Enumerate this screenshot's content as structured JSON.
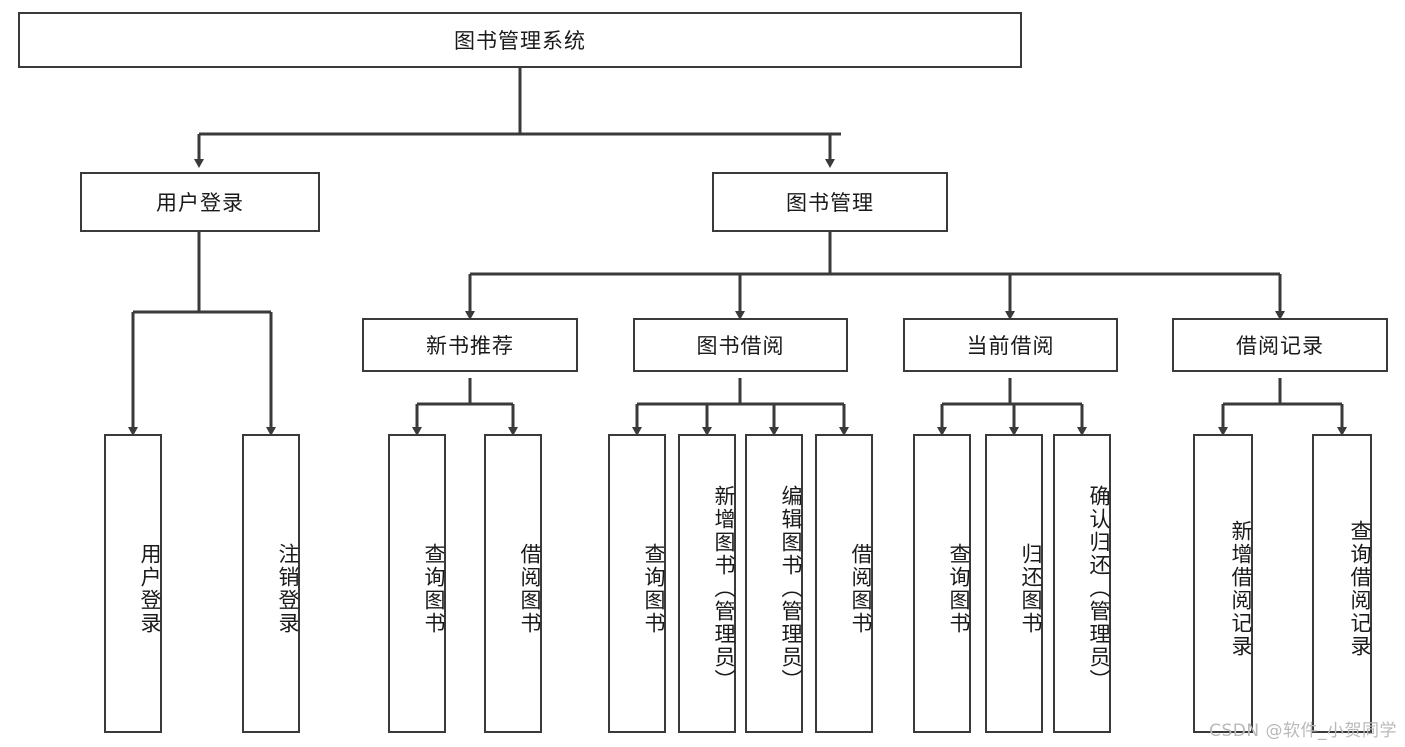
{
  "diagram": {
    "title": "图书管理系统",
    "type": "hierarchy-tree",
    "root": {
      "id": "root",
      "label": "图书管理系统",
      "orientation": "horizontal"
    },
    "level1": [
      {
        "id": "user-login",
        "label": "用户登录",
        "orientation": "horizontal"
      },
      {
        "id": "book-manage",
        "label": "图书管理",
        "orientation": "horizontal"
      }
    ],
    "level2": [
      {
        "id": "new-book-rec",
        "label": "新书推荐",
        "orientation": "horizontal",
        "parent": "book-manage"
      },
      {
        "id": "book-borrow",
        "label": "图书借阅",
        "orientation": "horizontal",
        "parent": "book-manage"
      },
      {
        "id": "current-borrow",
        "label": "当前借阅",
        "orientation": "horizontal",
        "parent": "book-manage"
      },
      {
        "id": "borrow-record",
        "label": "借阅记录",
        "orientation": "horizontal",
        "parent": "book-manage"
      }
    ],
    "leaves": [
      {
        "id": "leaf-user-login",
        "label": "用户登录",
        "orientation": "vertical",
        "parent": "user-login"
      },
      {
        "id": "leaf-logout",
        "label": "注销登录",
        "orientation": "vertical",
        "parent": "user-login"
      },
      {
        "id": "leaf-query-book-1",
        "label": "查询图书",
        "orientation": "vertical",
        "parent": "new-book-rec"
      },
      {
        "id": "leaf-borrow-book-1",
        "label": "借阅图书",
        "orientation": "vertical",
        "parent": "new-book-rec"
      },
      {
        "id": "leaf-query-book-2",
        "label": "查询图书",
        "orientation": "vertical",
        "parent": "book-borrow"
      },
      {
        "id": "leaf-add-book",
        "label": "新增图书（管理员）",
        "orientation": "vertical",
        "parent": "book-borrow"
      },
      {
        "id": "leaf-edit-book",
        "label": "编辑图书（管理员）",
        "orientation": "vertical",
        "parent": "book-borrow"
      },
      {
        "id": "leaf-borrow-book-2",
        "label": "借阅图书",
        "orientation": "vertical",
        "parent": "book-borrow"
      },
      {
        "id": "leaf-query-book-3",
        "label": "查询图书",
        "orientation": "vertical",
        "parent": "current-borrow"
      },
      {
        "id": "leaf-return-book",
        "label": "归还图书",
        "orientation": "vertical",
        "parent": "current-borrow"
      },
      {
        "id": "leaf-confirm-return",
        "label": "确认归还（管理员）",
        "orientation": "vertical",
        "parent": "current-borrow"
      },
      {
        "id": "leaf-add-record",
        "label": "新增借阅记录",
        "orientation": "vertical",
        "parent": "borrow-record"
      },
      {
        "id": "leaf-query-record",
        "label": "查询借阅记录",
        "orientation": "vertical",
        "parent": "borrow-record"
      }
    ],
    "colors": {
      "stroke": "#3a3a3a",
      "fill": "#ffffff",
      "text": "#1a1a1a",
      "watermark": "#b9b9b9"
    }
  },
  "watermark": {
    "text": "CSDN @软件_小贺同学"
  }
}
